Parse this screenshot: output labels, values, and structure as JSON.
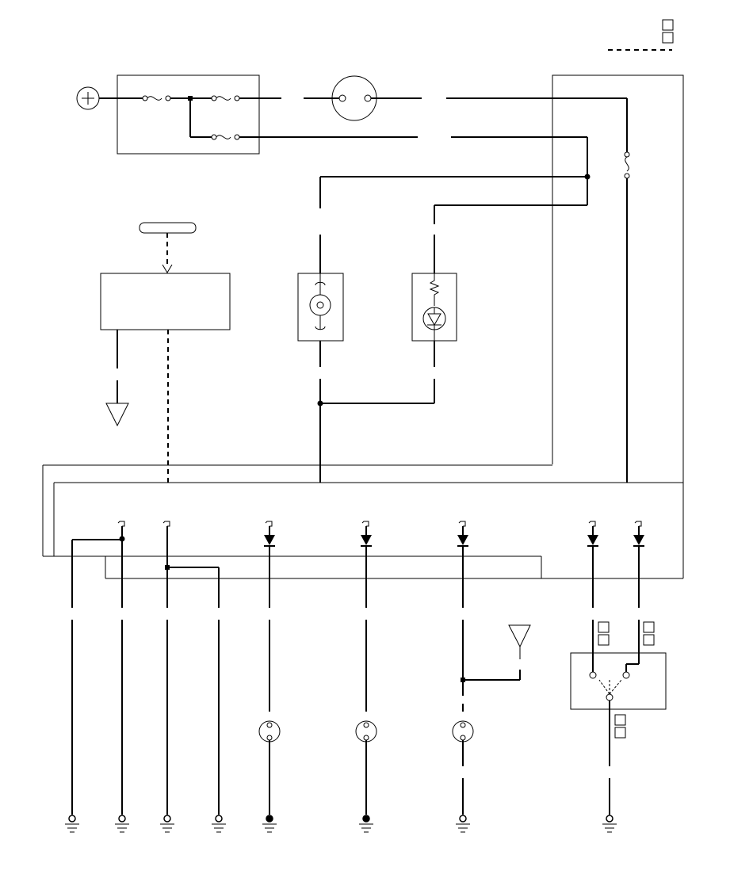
{
  "diagram": {
    "type": "wiring-schematic",
    "colors": {
      "line": "#000000",
      "background": "#ffffff"
    },
    "icons": [
      "battery-positive-icon",
      "fuse-icon",
      "connector-icon",
      "ground-icon",
      "diode-icon",
      "led-icon",
      "resistor-icon",
      "bulb-icon",
      "antenna-icon",
      "switch-icon"
    ],
    "ground_points": 8,
    "diode_inputs": 7,
    "connectors_with_legend_boxes": 4
  }
}
